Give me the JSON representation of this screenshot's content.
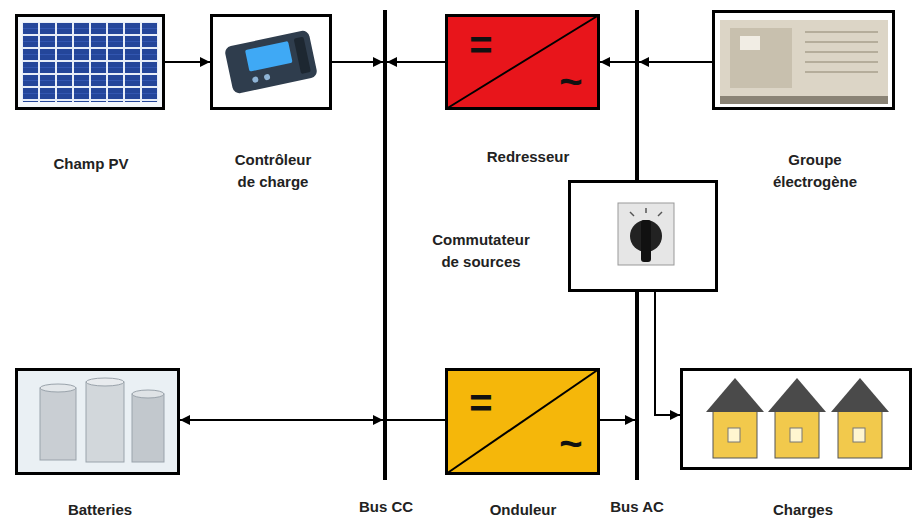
{
  "diagram": {
    "nodes": [
      {
        "text": [
          "Champ PV"
        ]
      },
      {
        "text": [
          "Contrôleur de charge"
        ]
      },
      {
        "text": [
          "Bus CC"
        ]
      },
      {
        "text": [
          "Redresseur",
          "=",
          "~"
        ]
      },
      {
        "text": [
          "Bus AC"
        ]
      },
      {
        "text": [
          "Groupe électrogène"
        ]
      },
      {
        "text": [
          "Commutateur de sources"
        ]
      },
      {
        "text": [
          "Batteries"
        ]
      },
      {
        "text": [
          "Onduleur",
          "=",
          "~"
        ]
      },
      {
        "text": [
          "Charges"
        ]
      }
    ],
    "edges": [
      {
        "from": 0,
        "to": 1,
        "arrow": "to"
      },
      {
        "from": 1,
        "to": 2,
        "arrow": "to"
      },
      {
        "from": 3,
        "to": 2,
        "arrow": "to"
      },
      {
        "from": 4,
        "to": 3,
        "arrow": "to"
      },
      {
        "from": 5,
        "to": 4,
        "arrow": "to"
      },
      {
        "from": 4,
        "to": 6,
        "arrow": "none"
      },
      {
        "from": 6,
        "to": 9,
        "arrow": "to"
      },
      {
        "from": 7,
        "to": 2,
        "arrow": "both"
      },
      {
        "from": 2,
        "to": 8,
        "arrow": "none"
      },
      {
        "from": 8,
        "to": 4,
        "arrow": "to"
      }
    ]
  }
}
